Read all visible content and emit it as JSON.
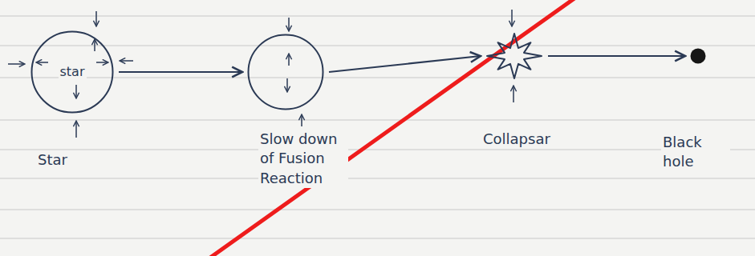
{
  "diagram": {
    "nodes": [
      {
        "text": [
          "star",
          "Star"
        ]
      },
      {
        "text": [
          "Slow down of Fusion Reaction"
        ]
      },
      {
        "text": [
          "Collapsar"
        ]
      },
      {
        "text": [
          "Black hole"
        ]
      }
    ],
    "edges": [
      {
        "from": 0,
        "to": 1,
        "arrow": "to"
      },
      {
        "from": 1,
        "to": 2,
        "arrow": "to"
      },
      {
        "from": 2,
        "to": 3,
        "arrow": "to"
      }
    ]
  }
}
